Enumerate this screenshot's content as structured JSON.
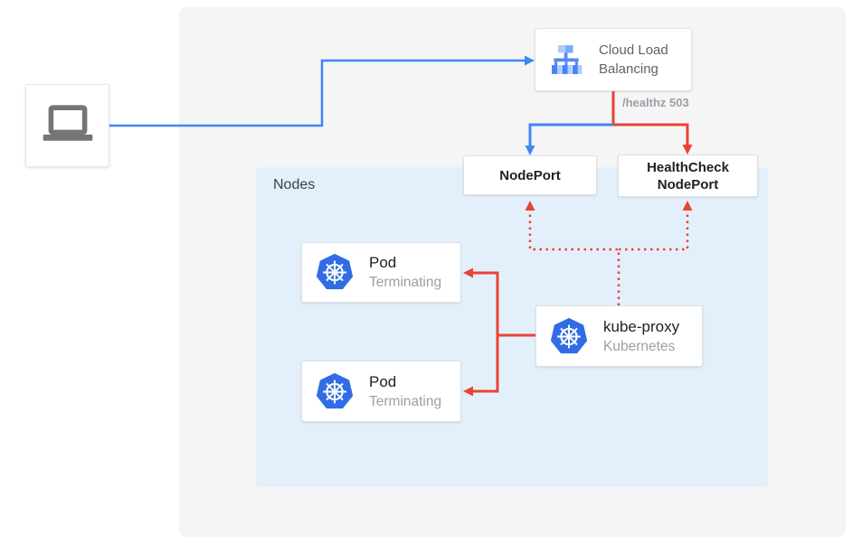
{
  "diagram": {
    "nodes_container": {
      "label": "Nodes"
    },
    "client": {
      "icon": "laptop"
    },
    "load_balancer": {
      "label": "Cloud Load Balancing",
      "icon": "cloud-load-balancing"
    },
    "health_check_label": "/healthz 503",
    "node_port": {
      "label": "NodePort"
    },
    "health_check_node_port": {
      "label": "HealthCheck NodePort"
    },
    "pods": [
      {
        "title": "Pod",
        "status": "Terminating",
        "icon": "kubernetes"
      },
      {
        "title": "Pod",
        "status": "Terminating",
        "icon": "kubernetes"
      }
    ],
    "kube_proxy": {
      "title": "kube-proxy",
      "subtitle": "Kubernetes",
      "icon": "kubernetes"
    },
    "edges": [
      {
        "from": "client",
        "to": "cloud-load-balancing",
        "color": "#4285f4",
        "style": "solid"
      },
      {
        "from": "cloud-load-balancing",
        "to": "node-port",
        "color": "#4285f4",
        "style": "solid"
      },
      {
        "from": "cloud-load-balancing",
        "to": "health-check-node-port",
        "color": "#ea4335",
        "style": "solid",
        "label": "/healthz 503"
      },
      {
        "from": "kube-proxy",
        "to": "node-port",
        "color": "#ea4335",
        "style": "dotted"
      },
      {
        "from": "kube-proxy",
        "to": "health-check-node-port",
        "color": "#ea4335",
        "style": "dotted"
      },
      {
        "from": "kube-proxy",
        "to": "pod-terminating-1",
        "color": "#ea4335",
        "style": "solid"
      },
      {
        "from": "kube-proxy",
        "to": "pod-terminating-2",
        "color": "#ea4335",
        "style": "solid"
      }
    ],
    "colors": {
      "blue": "#4285f4",
      "red": "#ea4335",
      "nodes_bg": "#e3f0fc",
      "canvas_bg": "#f5f5f6",
      "kubernetes_blue": "#326ce5",
      "text_dark": "#212121",
      "text_gray": "#9aa0a6"
    }
  }
}
